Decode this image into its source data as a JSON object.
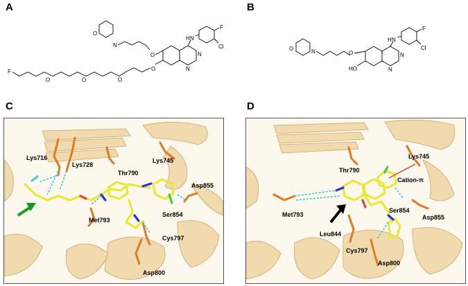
{
  "panels": {
    "A": {
      "letter": "A",
      "atoms": {
        "F_tail": "F",
        "O1": "O",
        "O2": "O",
        "O3": "O",
        "O4": "O",
        "O_upper": "O",
        "N_morph": "N",
        "O_morph": "O",
        "NH": "H",
        "N_amine": "N",
        "F_ring": "F",
        "Cl": "Cl",
        "N_q1": "N",
        "N_q2": "N"
      }
    },
    "B": {
      "letter": "B",
      "atoms": {
        "O_morph": "O",
        "N_morph": "N",
        "O_ether": "O",
        "HO": "HO",
        "NH": "H",
        "N_amine": "N",
        "F_ring": "F",
        "Cl": "Cl",
        "N_q1": "N",
        "N_q2": "N"
      }
    },
    "C": {
      "letter": "C",
      "residues": [
        "Lys716",
        "Lys728",
        "Thr790",
        "Lys745",
        "Asp855",
        "Met793",
        "Ser854",
        "Cys797",
        "Asp800"
      ]
    },
    "D": {
      "letter": "D",
      "residues": [
        "Thr790",
        "Lys745",
        "Cation-π",
        "Met793",
        "Ser854",
        "Asp855",
        "Leu844",
        "Cys797",
        "Asp800"
      ]
    }
  },
  "colors": {
    "protein": "#e8c48a",
    "protein_dark": "#c99a55",
    "residue": "#e07a20",
    "ligand": "#e8e83a",
    "hbond": "#30c8d0",
    "nitrogen": "#3030d0",
    "oxygen": "#e04040",
    "fluorine": "#40d040",
    "arrow_green": "#1a9a1a",
    "arrow_black": "#000000"
  }
}
